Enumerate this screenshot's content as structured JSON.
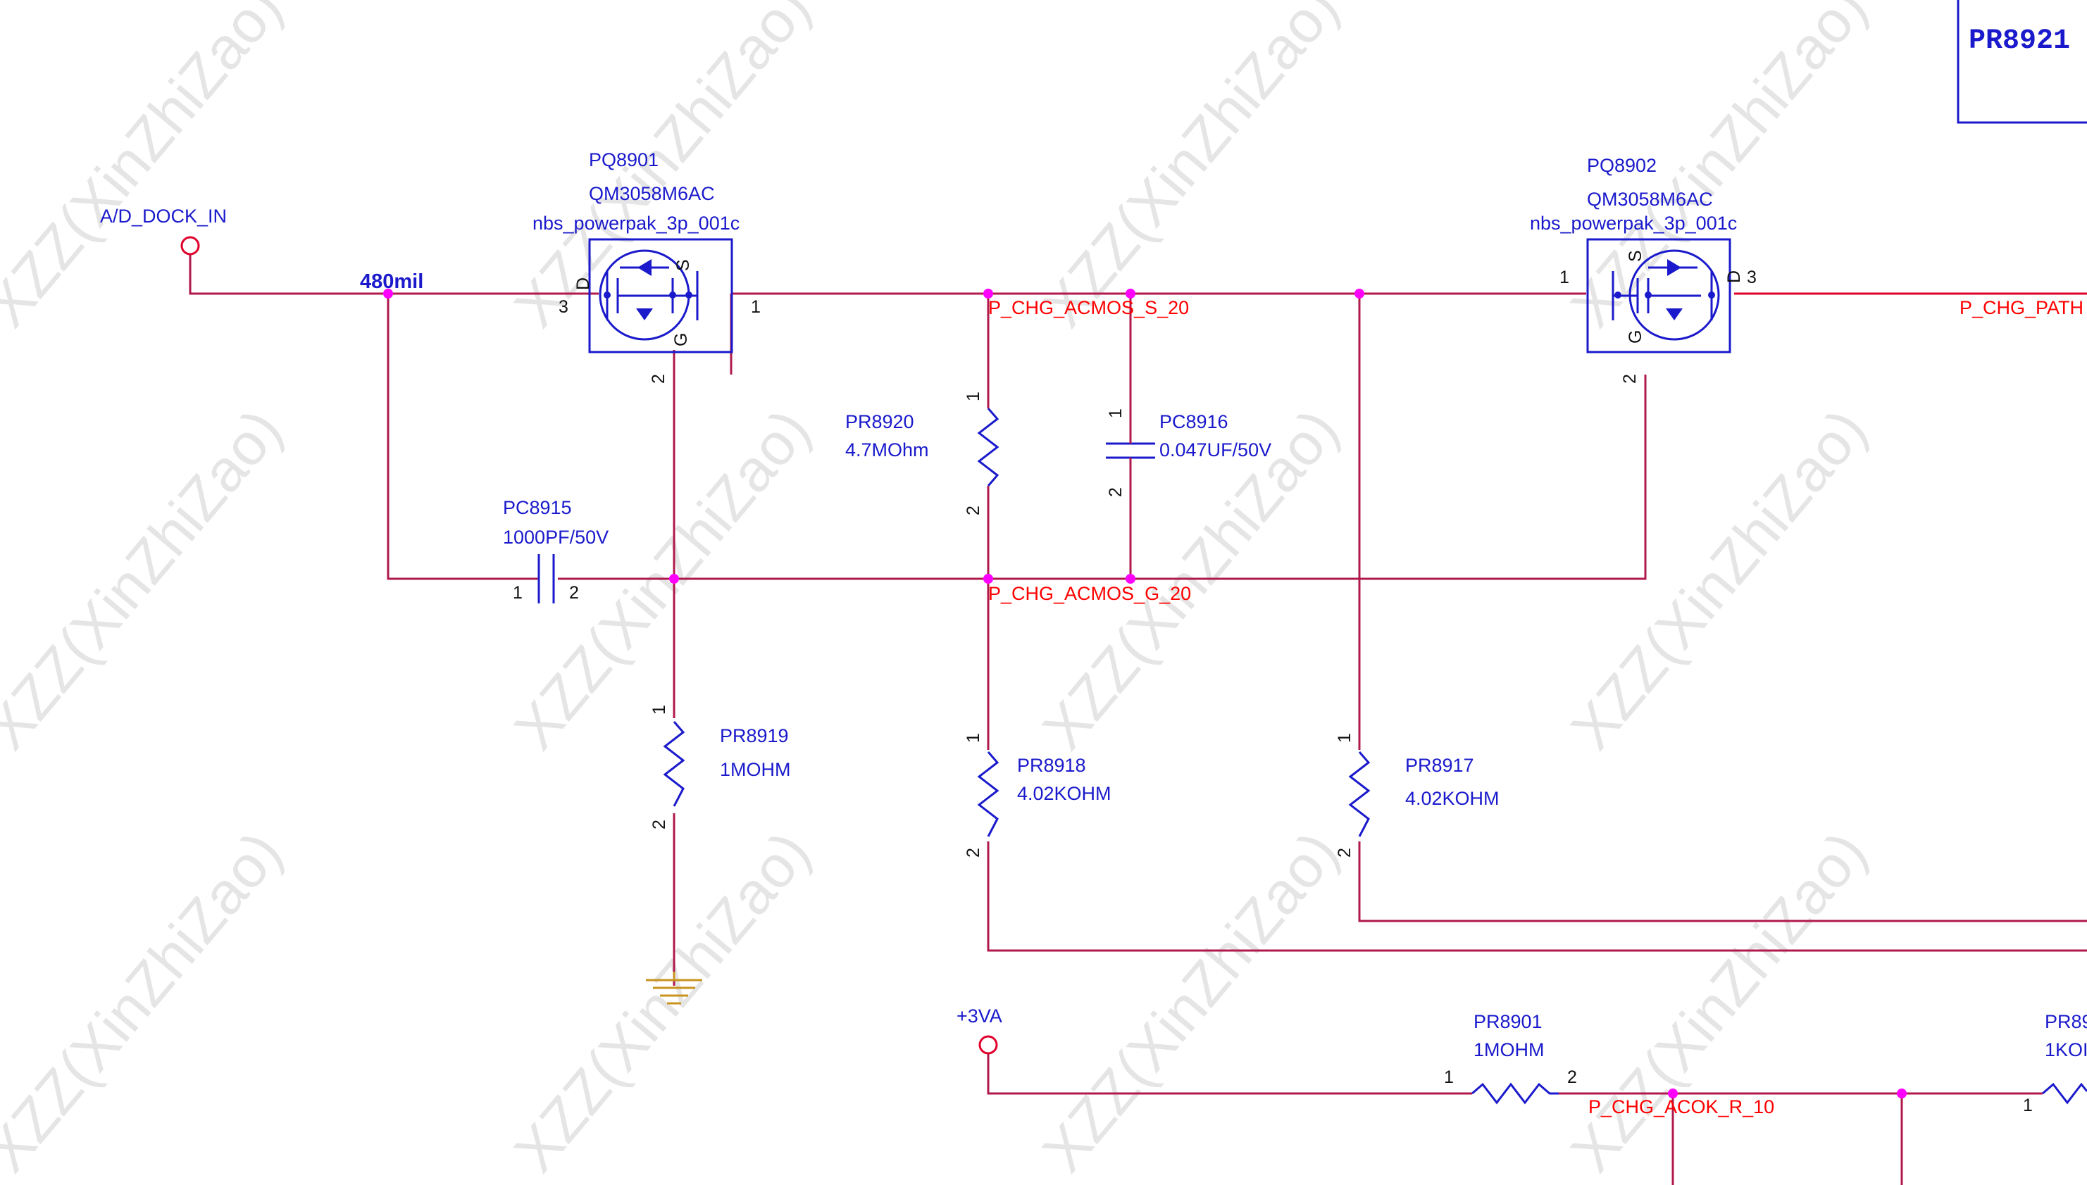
{
  "title_block": {
    "ref": "PR8921"
  },
  "ports": {
    "dock_in": "A/D_DOCK_IN",
    "plus3va": "+3VA"
  },
  "trace_width": "480mil",
  "nets": {
    "acmos_s": "P_CHG_ACMOS_S_20",
    "acmos_g": "P_CHG_ACMOS_G_20",
    "chg_path": "P_CHG_PATH",
    "acok_r": "P_CHG_ACOK_R_10"
  },
  "components": {
    "pq8901": {
      "ref": "PQ8901",
      "part": "QM3058M6AC",
      "footprint": "nbs_powerpak_3p_001c",
      "pins": {
        "d": "3",
        "s": "1",
        "g": "2"
      },
      "labels": {
        "d": "D",
        "s": "S",
        "g": "G"
      }
    },
    "pq8902": {
      "ref": "PQ8902",
      "part": "QM3058M6AC",
      "footprint": "nbs_powerpak_3p_001c",
      "pins": {
        "s": "1",
        "d": "3",
        "g": "2"
      },
      "labels": {
        "d": "D",
        "s": "S",
        "g": "G"
      }
    },
    "pr8920": {
      "ref": "PR8920",
      "value": "4.7MOhm",
      "pin1": "1",
      "pin2": "2"
    },
    "pc8916": {
      "ref": "PC8916",
      "value": "0.047UF/50V",
      "pin1": "1",
      "pin2": "2"
    },
    "pc8915": {
      "ref": "PC8915",
      "value": "1000PF/50V",
      "pin1": "1",
      "pin2": "2"
    },
    "pr8919": {
      "ref": "PR8919",
      "value": "1MOHM",
      "pin1": "1",
      "pin2": "2"
    },
    "pr8918": {
      "ref": "PR8918",
      "value": "4.02KOHM",
      "pin1": "1",
      "pin2": "2"
    },
    "pr8917": {
      "ref": "PR8917",
      "value": "4.02KOHM",
      "pin1": "1",
      "pin2": "2"
    },
    "pr8901": {
      "ref": "PR8901",
      "value": "1MOHM",
      "pin1": "1",
      "pin2": "2"
    },
    "pr89xx": {
      "ref": "PR89",
      "value": "1KOI",
      "pin1": "1"
    }
  },
  "watermark": "XZZ(XinZhiZao)"
}
